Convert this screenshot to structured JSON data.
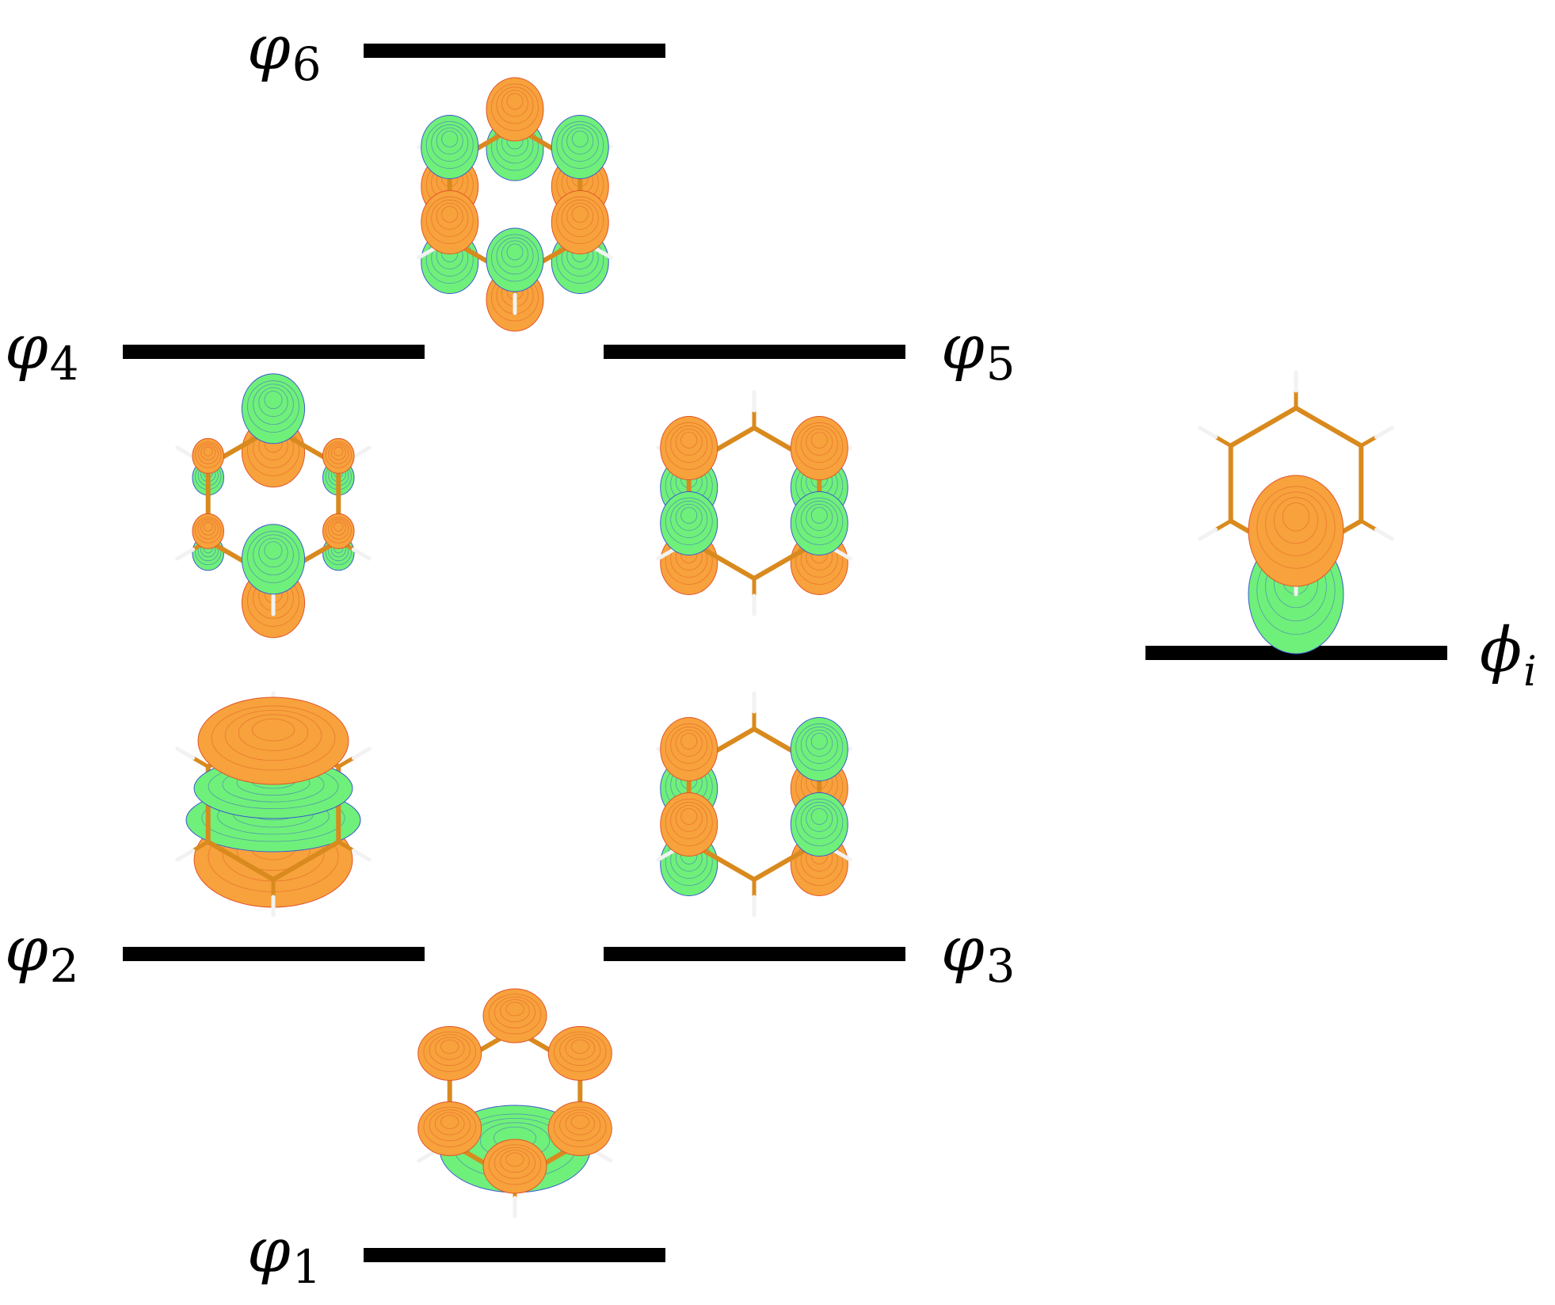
{
  "levels": [
    {
      "id": "phi6",
      "symbol": "φ",
      "sub": "6"
    },
    {
      "id": "phi4",
      "symbol": "φ",
      "sub": "4"
    },
    {
      "id": "phi5",
      "symbol": "φ",
      "sub": "5"
    },
    {
      "id": "phi2",
      "symbol": "φ",
      "sub": "2"
    },
    {
      "id": "phi3",
      "symbol": "φ",
      "sub": "3"
    },
    {
      "id": "phi1",
      "symbol": "φ",
      "sub": "1"
    },
    {
      "id": "phii",
      "symbol": "ϕ",
      "sub": "i"
    }
  ],
  "colors": {
    "positive_lobe": "#f7a23c",
    "positive_edge": "#e2542a",
    "negative_lobe": "#6ff07a",
    "negative_edge": "#3a5ad0",
    "bond": "#d98a1e",
    "hydrogen": "#f2f2f2",
    "level_bar": "#000000"
  }
}
